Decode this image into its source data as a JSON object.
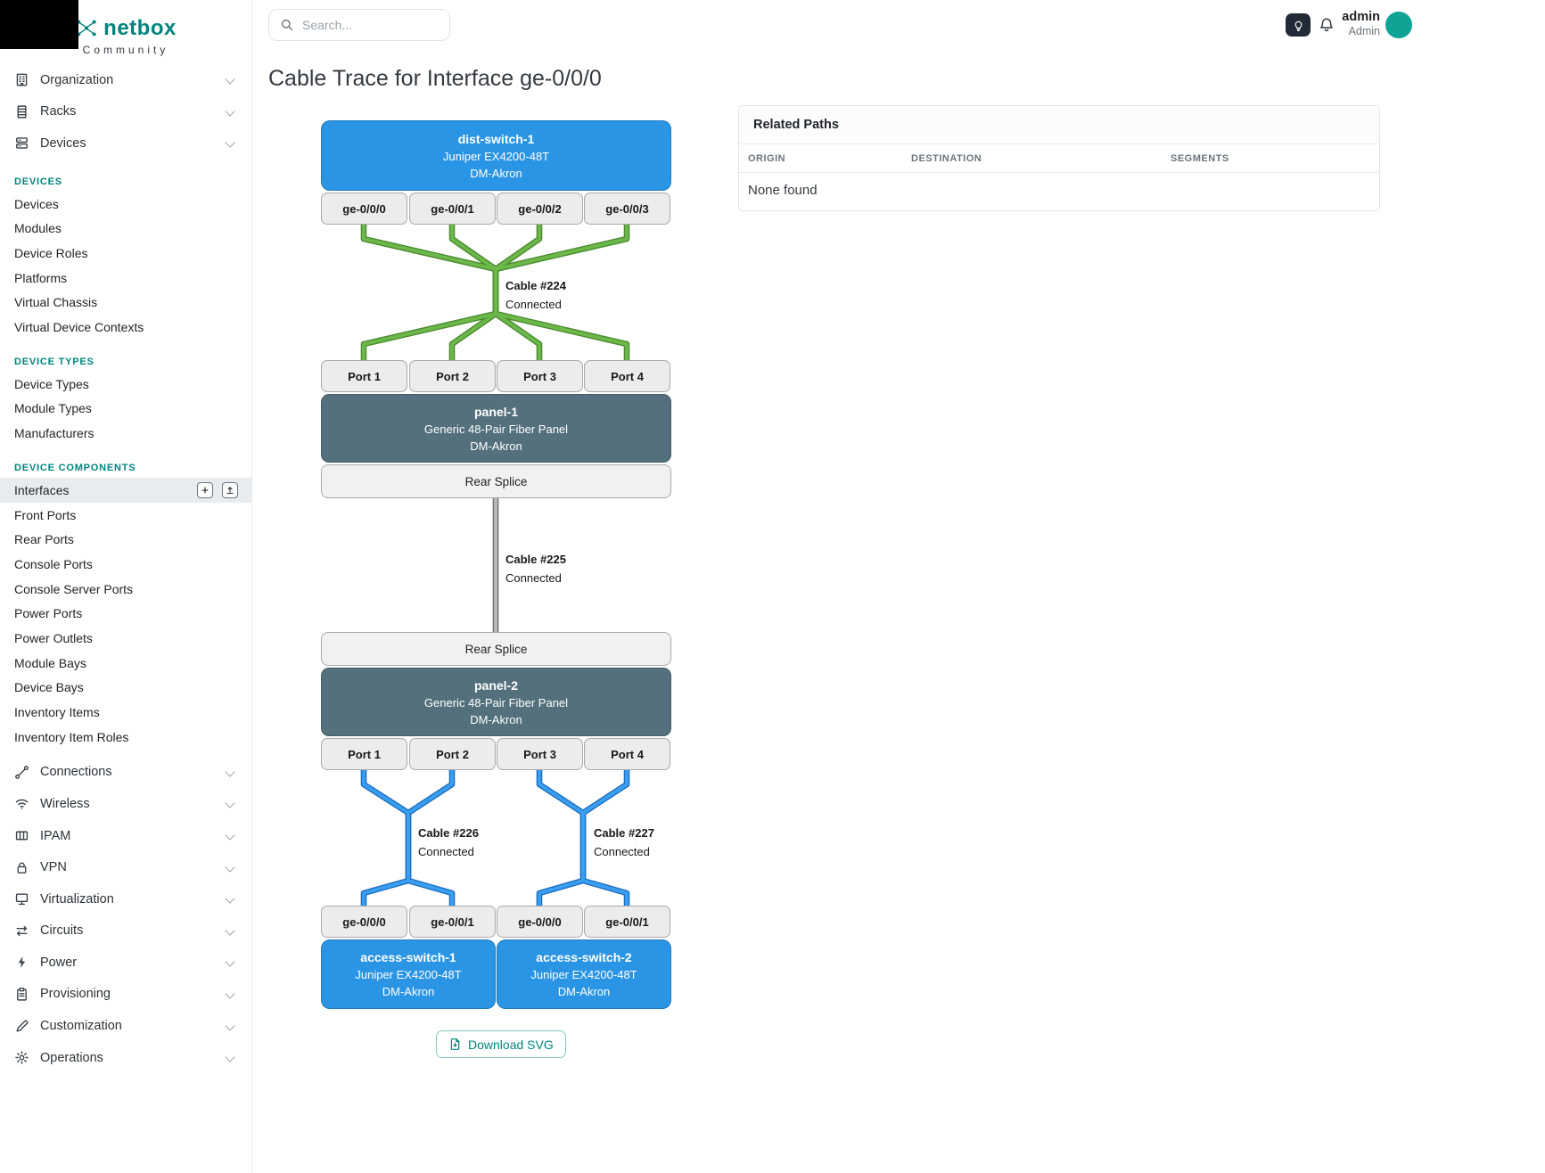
{
  "brand": {
    "name": "netbox",
    "subtitle": "Community"
  },
  "search": {
    "placeholder": "Search..."
  },
  "topbar": {
    "user_name": "admin",
    "user_role": "Admin"
  },
  "sidebar": {
    "groups_top": [
      "Organization",
      "Racks",
      "Devices"
    ],
    "sections": [
      {
        "title": "DEVICES",
        "items": [
          "Devices",
          "Modules",
          "Device Roles",
          "Platforms",
          "Virtual Chassis",
          "Virtual Device Contexts"
        ]
      },
      {
        "title": "DEVICE TYPES",
        "items": [
          "Device Types",
          "Module Types",
          "Manufacturers"
        ]
      },
      {
        "title": "DEVICE COMPONENTS",
        "items": [
          "Interfaces",
          "Front Ports",
          "Rear Ports",
          "Console Ports",
          "Console Server Ports",
          "Power Ports",
          "Power Outlets",
          "Module Bays",
          "Device Bays",
          "Inventory Items",
          "Inventory Item Roles"
        ]
      }
    ],
    "groups_bottom": [
      "Connections",
      "Wireless",
      "IPAM",
      "VPN",
      "Virtualization",
      "Circuits",
      "Power",
      "Provisioning",
      "Customization",
      "Operations"
    ]
  },
  "page": {
    "title": "Cable Trace for Interface ge-0/0/0"
  },
  "trace": {
    "dist_switch": {
      "name": "dist-switch-1",
      "model": "Juniper EX4200-48T",
      "site": "DM-Akron"
    },
    "dist_ports": [
      "ge-0/0/0",
      "ge-0/0/1",
      "ge-0/0/2",
      "ge-0/0/3"
    ],
    "cables": {
      "c224": {
        "label": "Cable #224",
        "status": "Connected"
      },
      "c225": {
        "label": "Cable #225",
        "status": "Connected"
      },
      "c226": {
        "label": "Cable #226",
        "status": "Connected"
      },
      "c227": {
        "label": "Cable #227",
        "status": "Connected"
      }
    },
    "panel1": {
      "name": "panel-1",
      "model": "Generic 48-Pair Fiber Panel",
      "site": "DM-Akron",
      "ports": [
        "Port 1",
        "Port 2",
        "Port 3",
        "Port 4"
      ],
      "rear": "Rear Splice"
    },
    "panel2": {
      "name": "panel-2",
      "model": "Generic 48-Pair Fiber Panel",
      "site": "DM-Akron",
      "ports": [
        "Port 1",
        "Port 2",
        "Port 3",
        "Port 4"
      ],
      "rear": "Rear Splice"
    },
    "access1": {
      "name": "access-switch-1",
      "model": "Juniper EX4200-48T",
      "site": "DM-Akron",
      "ports": [
        "ge-0/0/0",
        "ge-0/0/1"
      ]
    },
    "access2": {
      "name": "access-switch-2",
      "model": "Juniper EX4200-48T",
      "site": "DM-Akron",
      "ports": [
        "ge-0/0/0",
        "ge-0/0/1"
      ]
    },
    "download_label": "Download SVG"
  },
  "related_paths": {
    "title": "Related Paths",
    "columns": [
      "ORIGIN",
      "DESTINATION",
      "SEGMENTS"
    ],
    "empty": "None found"
  },
  "colors": {
    "brand_teal": "#00857e",
    "device_blue": "#2b95e5",
    "panel_slate": "#54707d",
    "cable_green": "#6db84a",
    "cable_blue": "#3b9ef0",
    "cable_gray": "#b9b9b9"
  },
  "icons": [
    "netbox-logo-icon",
    "search-icon",
    "lightbulb-icon",
    "bell-icon",
    "building-icon",
    "rack-icon",
    "server-icon",
    "connection-icon",
    "wifi-icon",
    "ipam-icon",
    "lock-icon",
    "monitor-icon",
    "transfer-icon",
    "lightning-icon",
    "clipboard-icon",
    "pencil-icon",
    "gear-icon",
    "chevron-down-icon",
    "plus-icon",
    "import-icon",
    "download-icon"
  ]
}
